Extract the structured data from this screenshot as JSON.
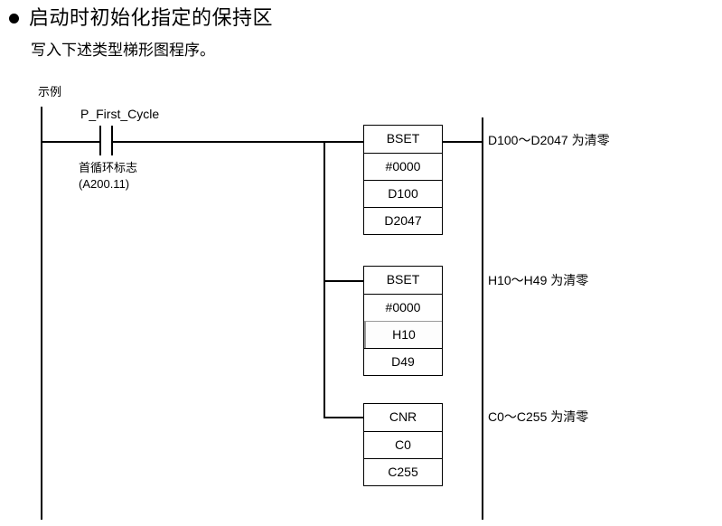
{
  "heading": {
    "bullet": "bullet-dot",
    "text": "启动时初始化指定的保持区"
  },
  "subtitle": "写入下述类型梯形图程序。",
  "example_label": "示例",
  "ladder": {
    "contact": {
      "name": "P_First_Cycle",
      "description_line1": "首循环标志",
      "description_line2": "(A200.11)"
    },
    "rungs": [
      {
        "id": "rung-1",
        "block": {
          "rows": [
            {
              "text": "BSET",
              "highlight": false
            },
            {
              "text": "#0000",
              "highlight": false
            },
            {
              "text": "D100",
              "highlight": false
            },
            {
              "text": "D2047",
              "highlight": false
            }
          ]
        },
        "annotation": "D100〜D2047 为清零"
      },
      {
        "id": "rung-2",
        "block": {
          "rows": [
            {
              "text": "BSET",
              "highlight": false
            },
            {
              "text": "#0000",
              "highlight": false
            },
            {
              "text": "H10",
              "highlight": true
            },
            {
              "text": "D49",
              "highlight": false
            }
          ]
        },
        "annotation": "H10〜H49 为清零"
      },
      {
        "id": "rung-3",
        "block": {
          "rows": [
            {
              "text": "CNR",
              "highlight": false
            },
            {
              "text": "C0",
              "highlight": false
            },
            {
              "text": "C255",
              "highlight": false
            }
          ]
        },
        "annotation": "C0〜C255  为清零"
      }
    ]
  },
  "colors": {
    "line": "#000000",
    "highlight_border": "#9a9a9a",
    "text": "#000000",
    "background": "#ffffff"
  }
}
